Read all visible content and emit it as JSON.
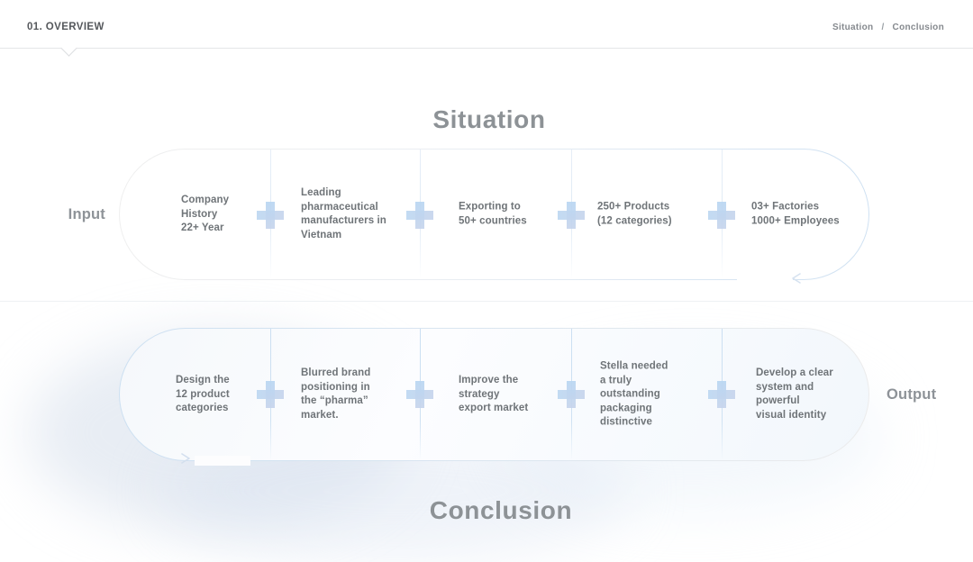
{
  "header": {
    "title": "01. OVERVIEW",
    "nav_items": [
      "Situation",
      "Conclusion"
    ],
    "nav_separator": "/"
  },
  "sections": {
    "situation": {
      "title": "Situation",
      "label": "Input",
      "items": [
        {
          "text": "Company\nHistory\n22+ Year"
        },
        {
          "text": "Leading\npharmaceutical\nmanufacturers in\nVietnam"
        },
        {
          "text": "Exporting to\n50+ countries"
        },
        {
          "text": "250+ Products\n(12 categories)"
        },
        {
          "text": "03+ Factories\n1000+ Employees"
        }
      ]
    },
    "conclusion": {
      "title": "Conclusion",
      "label": "Output",
      "items": [
        {
          "text": "Design the\n12 product\ncategories"
        },
        {
          "text": "Blurred brand\npositioning in\nthe “pharma”\nmarket."
        },
        {
          "text": "Improve the\nstrategy\nexport market"
        },
        {
          "text": "Stella needed\na truly\noutstanding\npackaging\ndistinctive"
        },
        {
          "text": "Develop a clear\nsystem and\npowerful\nvisual identity"
        }
      ]
    }
  },
  "icons": {
    "plus": "plus-icon",
    "arrow_left": "arrow-left-icon",
    "arrow_right": "arrow-right-icon",
    "notch": "chevron-down-notch-icon"
  },
  "colors": {
    "accent_blue": "#bcd7f0",
    "border_blue": "#cfe1f2",
    "border_gray": "#ececec",
    "item_text": "#6f7478",
    "title_gray": "#8d9296",
    "header_text": "#55585c"
  }
}
